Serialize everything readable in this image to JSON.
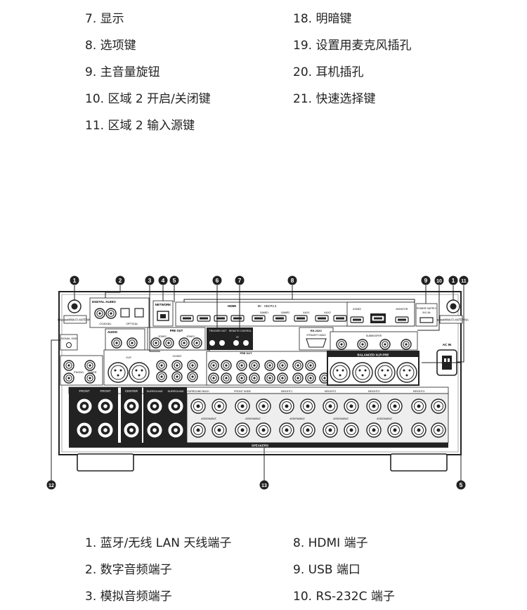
{
  "top_left": [
    "7. 显示",
    "8. 选项键",
    "9. 主音量旋钮",
    "10. 区域 2 开启/关闭键",
    "11. 区域 2 输入源键"
  ],
  "top_right": [
    "18. 明暗键",
    "19. 设置用麦克风插孔",
    "20. 耳机插孔",
    "21. 快速选择键"
  ],
  "bottom_left": [
    "1. 蓝牙/无线 LAN 天线端子",
    "2. 数字音频端子",
    "3. 模拟音频端子"
  ],
  "bottom_right": [
    "8. HDMI 端子",
    "9. USB 端口",
    "10. RS-232C 端子"
  ],
  "callouts": {
    "c1a": "1",
    "c2": "2",
    "c3": "3",
    "c4": "4",
    "c5a": "5",
    "c6": "6",
    "c7": "7",
    "c8": "8",
    "c9": "9",
    "c10": "10",
    "c1b": "1",
    "c11": "11",
    "c12": "12",
    "c13": "13",
    "c5b": "5"
  },
  "panel": {
    "bt_antenna": "Bluetooth/Wi-Fi ANTENNA",
    "digital_audio": "DIGITAL AUDIO",
    "coaxial": "COAXIAL",
    "optical": "OPTICAL",
    "network": "NETWORK",
    "hdmi": "HDMI",
    "hdmi_sub": "8K · HDCP2.3",
    "game1": "GAME1",
    "game2": "GAME2",
    "aux1": "AUX1",
    "aux2": "AUX2",
    "monitor": "MONITOR",
    "zone2": "ZONE2",
    "power_supply": "POWER SUPPLY",
    "power_rating": "5V/1.5A",
    "audio_in": "AUDIO",
    "signal_gnd": "SIGNAL GND",
    "pre_out": "PRE OUT",
    "zone2_out": "ZONE2",
    "zone3_out": "ZONE3",
    "trigger_out": "TRIGGER OUT",
    "remote_control": "REMOTE CONTROL",
    "ir": "IR",
    "rs232c": "RS-232C",
    "straight_cable": "STRAIGHT CABLE",
    "phono": "PHONO",
    "tuner": "TUNER",
    "xlr": "XLR",
    "cd_sat": "CD/SAT",
    "subwoofer": "SUBWOOFER",
    "balanced_xlr_pre": "BALANCED XLR PRE",
    "ac_in": "AC IN",
    "front": "FRONT",
    "center": "CENTER",
    "surround": "SURROUND",
    "surround_back": "SURROUND BACK",
    "front_wide": "FRONT WIDE",
    "height1": "HEIGHT1",
    "height2": "HEIGHT2",
    "height3": "HEIGHT3",
    "height4": "HEIGHT4",
    "assignable": "ASSIGNABLE",
    "speakers": "SPEAKERS"
  }
}
